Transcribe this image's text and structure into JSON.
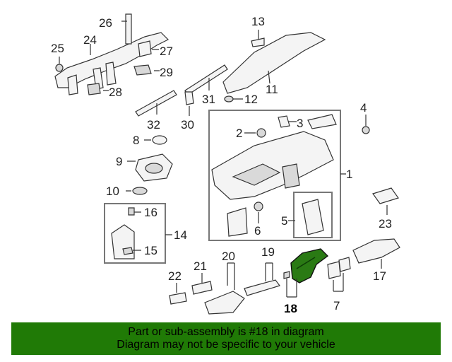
{
  "diagram": {
    "callouts": {
      "c1": "1",
      "c2": "2",
      "c3": "3",
      "c4": "4",
      "c5": "5",
      "c6": "6",
      "c7": "7",
      "c8": "8",
      "c9": "9",
      "c10": "10",
      "c11": "11",
      "c12": "12",
      "c13": "13",
      "c14": "14",
      "c15": "15",
      "c16": "16",
      "c17": "17",
      "c18": "18",
      "c19": "19",
      "c20": "20",
      "c21": "21",
      "c22": "22",
      "c23": "23",
      "c24": "24",
      "c25": "25",
      "c26": "26",
      "c27": "27",
      "c28": "28",
      "c29": "29",
      "c30": "30",
      "c31": "31",
      "c32": "32"
    },
    "highlight_part": "18",
    "highlight_color": "#2a7a14"
  },
  "banner": {
    "line1": "Part or sub-assembly is #18 in diagram",
    "line2": "Diagram may not be specific to your vehicle",
    "background": "#207a06"
  }
}
